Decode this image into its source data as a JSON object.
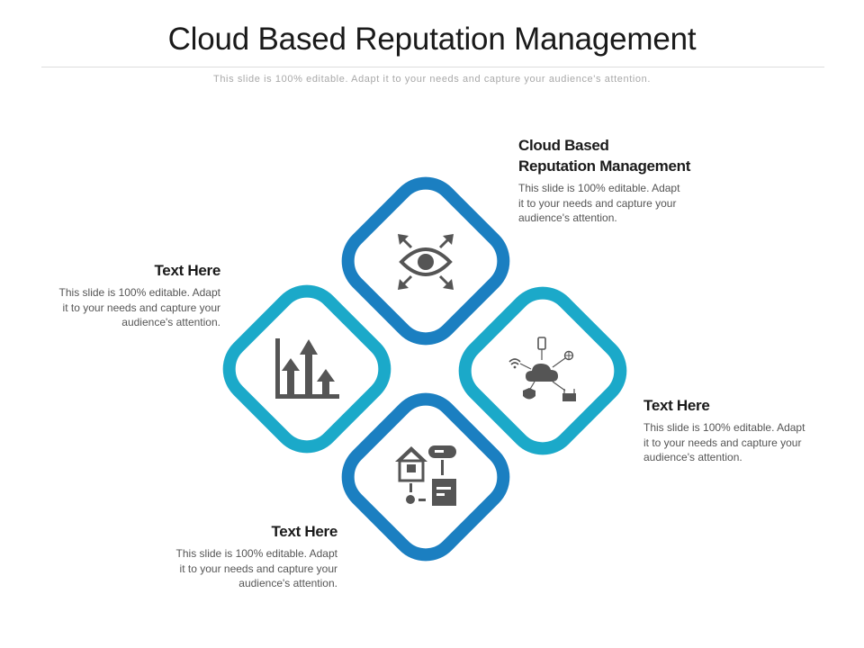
{
  "title": "Cloud Based Reputation Management",
  "subtitle": "This slide is 100% editable. Adapt it to your needs and capture your audience's attention.",
  "colors": {
    "dark_blue": "#1b7fc1",
    "light_blue": "#1ba9c9",
    "icon_gray": "#555555"
  },
  "items": [
    {
      "heading_line1": "Cloud Based",
      "heading_line2": "Reputation Management",
      "desc_lines": [
        "This slide is 100% editable. Adapt",
        "it to your needs and capture your",
        "audience's attention."
      ],
      "icon": "eye-arrows-icon"
    },
    {
      "heading": "Text Here",
      "desc_lines": [
        "This slide is 100% editable. Adapt",
        "it to your needs and capture your",
        "audience's attention."
      ],
      "icon": "bar-chart-arrows-icon"
    },
    {
      "heading": "Text Here",
      "desc_lines": [
        "This slide is 100% editable. Adapt",
        "it to your needs and capture your",
        "audience's attention."
      ],
      "icon": "cloud-network-icon"
    },
    {
      "heading": "Text Here",
      "desc_lines": [
        "This slide is 100% editable. Adapt",
        "it to your needs and capture your",
        "audience's attention."
      ],
      "icon": "smart-home-network-icon"
    }
  ]
}
